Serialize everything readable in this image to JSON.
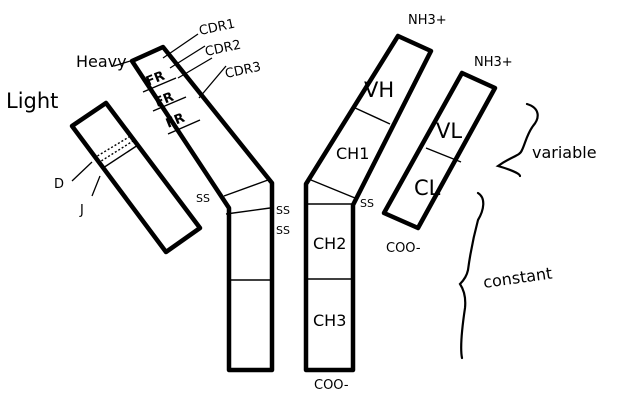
{
  "labels": {
    "light": "Light",
    "heavy": "Heavy",
    "cdr1": "CDR1",
    "cdr2": "CDR2",
    "cdr3": "CDR3",
    "fr": "FR",
    "d": "D",
    "j": "J",
    "vh": "VH",
    "ch1": "CH1",
    "ch2": "CH2",
    "ch3": "CH3",
    "vl": "VL",
    "cl": "CL",
    "nh3_top": "NH3+",
    "nh3_right": "NH3+",
    "coo_light": "COO-",
    "coo_heavy": "COO-",
    "ss": "SS",
    "variable": "variable",
    "constant": "constant"
  }
}
